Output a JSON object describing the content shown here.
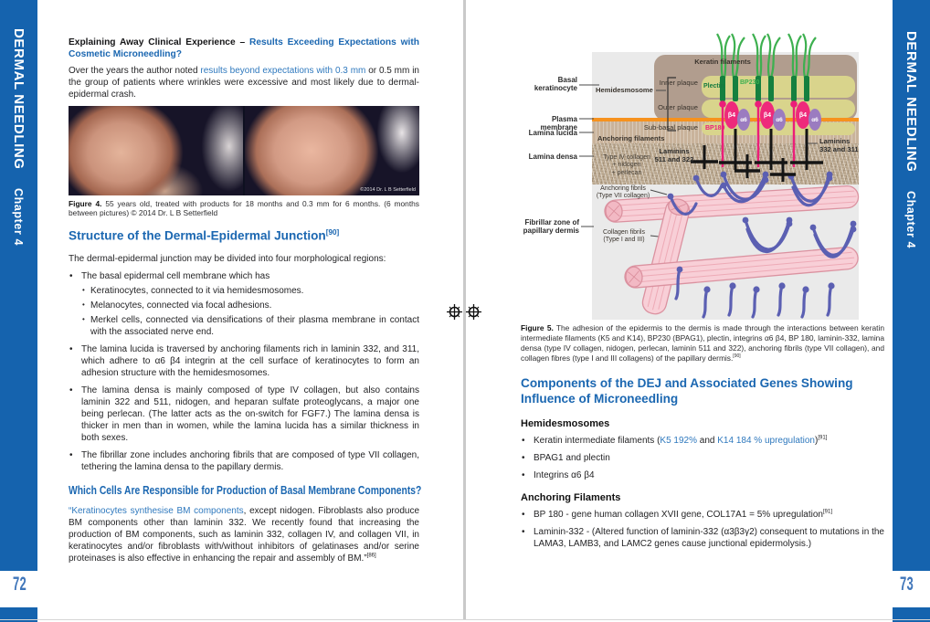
{
  "colors": {
    "sidebar_blue": "#1563ae",
    "heading_blue": "#1b67b1",
    "link_blue": "#2f79be",
    "membrane_orange": "#f6921e",
    "integrin_pink": "#ee2a7b",
    "integrin_purple": "#9b7cc0",
    "keratin_green": "#3db04f",
    "fibril_blue": "#5b5fb2",
    "collagen_pink": "#f8cfd7"
  },
  "glyphs": {
    "bullet": "•"
  },
  "sidebar": {
    "title": "DERMAL NEEDLING",
    "chapter": "Chapter 4"
  },
  "pages": {
    "left_number": "72",
    "right_number": "73"
  },
  "left": {
    "intro_heading": {
      "prefix": "Explaining Away Clinical Experience – ",
      "highlight": "Results Exceeding Expectations with Cosmetic Microneedling?"
    },
    "intro_para": {
      "pre": "Over the years the author noted ",
      "link": "results beyond expectations with 0.3 mm",
      "post": " or 0.5 mm in the group of patients where wrinkles were excessive and most likely due to dermal-epidermal crash."
    },
    "figure4": {
      "watermark": "©2014 Dr. L B Setterfield",
      "label": "Figure 4.",
      "caption": " 55 years old, treated with products for 18 months and 0.3 mm for 6 months. (6 months between pictures) © 2014 Dr. L B Setterfield"
    },
    "structure_section": {
      "heading": "Structure of the Dermal-Epidermal Junction",
      "ref": "[90]",
      "intro": "The dermal-epidermal junction may be divided into four morphological regions:",
      "bullet_basal": "The basal epidermal cell membrane which has",
      "sub_bullets": [
        "Keratinocytes, connected to it via hemidesmosomes.",
        "Melanocytes, connected via focal adhesions.",
        "Merkel cells, connected via densifications of their plasma membrane in contact with the associated nerve end."
      ],
      "bullet_lucida": "The lamina lucida is traversed by anchoring filaments rich in laminin 332, and 311, which adhere to α6 β4 integrin at the cell surface of keratinocytes to form an adhesion structure with the hemidesmosomes.",
      "bullet_densa": "The lamina densa is mainly composed of type IV collagen, but also contains laminin 322 and 511, nidogen, and heparan sulfate proteoglycans, a major one being perlecan. (The latter acts as the on-switch for FGF7.) The lamina densa is thicker in men than in women, while the lamina lucida has a similar thickness in both sexes.",
      "bullet_fibrillar": "The fibrillar zone includes anchoring fibrils that are composed of type VII collagen, tethering the lamina densa to the papillary dermis."
    },
    "cells_section": {
      "heading": "Which Cells Are Responsible for Production of Basal Membrane Components?",
      "quote_link": "“Keratinocytes synthesise BM components",
      "quote_rest": ", except nidogen. Fibroblasts also produce BM components other than laminin 332. We recently found that increasing the production of BM components, such as laminin 332, collagen IV, and collagen VII, in keratinocytes and/or fibroblasts with/without inhibitors of gelatinases and/or serine proteinases is also effective in enhancing the repair and assembly of BM.”",
      "ref": "[86]"
    }
  },
  "right": {
    "diagram": {
      "labels": {
        "basal_keratinocyte": "Basal\nkeratinocyte",
        "plasma_membrane": "Plasma membrane",
        "lamina_lucida": "Lamina lucida",
        "lamina_densa": "Lamina densa",
        "fibrillar_zone": "Fibrillar zone of\npapillary dermis",
        "keratin_filaments": "Keratin filaments",
        "hemidesmosome": "Hemidesmosome",
        "inner_plaque": "Inner plaque",
        "outer_plaque": "Outer plaque",
        "sub_basal_plaque": "Sub-basal plaque",
        "plectin": "Plectin",
        "bp230": "BP230",
        "bp180": "BP180",
        "anchoring_filaments": "Anchoring filaments",
        "laminins_511": "Laminins\n511 and 322",
        "type_iv_collagen": "Type IV collagen\n+ nidogen\n+ perlecan",
        "laminins_332": "Laminins\n332 and 311",
        "anchoring_fibrils": "Anchoring fibrils\n(Type VII collagen)",
        "collagen_fibrils": "Collagen fibrils\n(Type I and III)",
        "beta4": "β4",
        "alpha6": "α6"
      }
    },
    "figure5": {
      "label": "Figure 5.",
      "caption": " The adhesion of the epidermis to the dermis is made through the interactions between keratin intermediate filaments (K5 and K14), BP230 (BPAG1), plectin, integrins α6 β4, BP 180, laminin-332, lamina densa (type IV collagen, nidogen, perlecan, laminin 511 and 322), anchoring fibrils (type VII collagen), and collagen fibres (type I and III collagens) of the papillary dermis.",
      "ref": "[90]"
    },
    "components_section": {
      "heading": "Components of the DEJ and Associated Genes Showing\nInfluence of Microneedling",
      "hemidesmosomes_heading": "Hemidesmosomes",
      "keratin_bullet": {
        "pre": "Keratin intermediate filaments (",
        "k5": "K5 192%",
        "mid": " and ",
        "k14": "K14 184 % upregulation",
        "post": ")",
        "ref": "[91]"
      },
      "bpag1_bullet": "BPAG1 and plectin",
      "integrins_bullet": "Integrins α6 β4",
      "anchoring_heading": "Anchoring Filaments",
      "bp180_bullet": {
        "text": "BP 180 - gene human collagen XVII gene, COL17A1 = 5% upregulation",
        "ref": "[91]"
      },
      "laminin332_bullet": "Laminin-332 - (Altered function of laminin-332 (α3β3γ2) consequent to mutations in the LAMA3, LAMB3, and LAMC2 genes cause junctional epidermolysis.)"
    }
  }
}
